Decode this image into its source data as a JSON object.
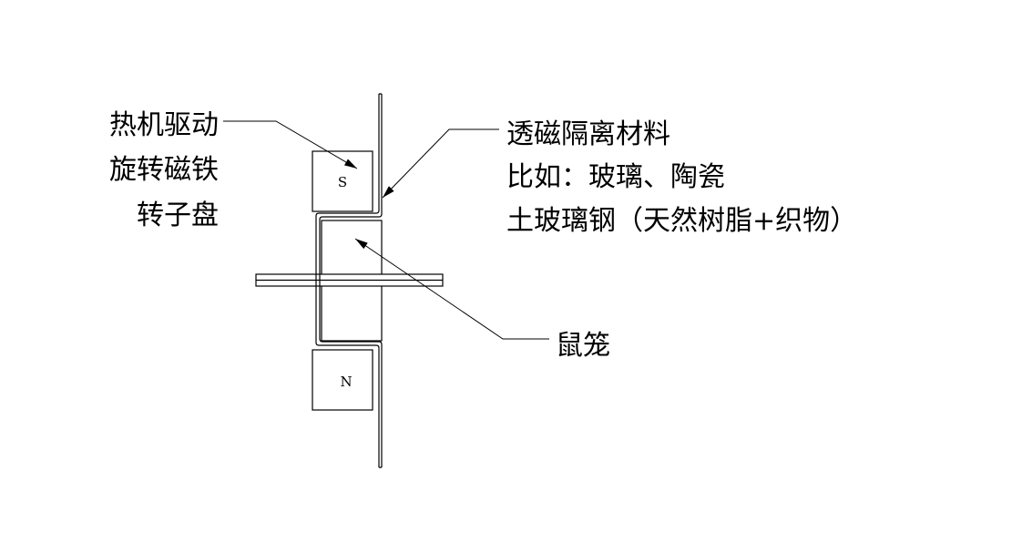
{
  "labels": {
    "left": [
      "热机驱动",
      "旋转磁铁",
      "转子盘"
    ],
    "right": [
      "透磁隔离材料",
      "比如：玻璃、陶瓷",
      "土玻璃钢（天然树脂+织物）"
    ],
    "cage": "鼠笼",
    "south_pole": "S",
    "north_pole": "N"
  }
}
